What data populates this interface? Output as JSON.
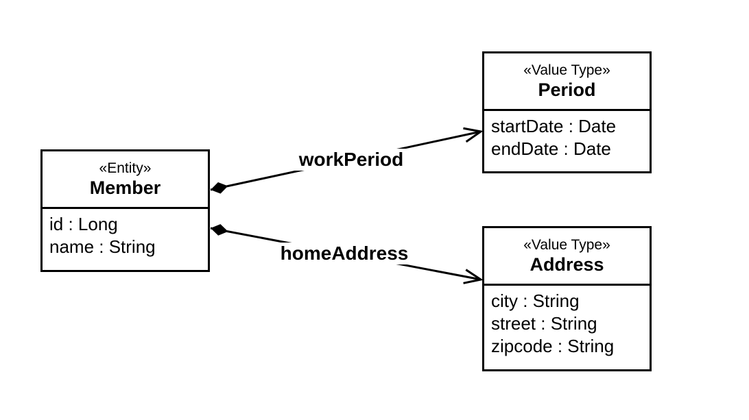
{
  "diagram": {
    "type": "uml-class-diagram",
    "background_color": "#ffffff",
    "line_color": "#000000",
    "text_color": "#000000"
  },
  "classes": [
    {
      "id": "member",
      "stereotype": "«Entity»",
      "name": "Member",
      "attributes": [
        "id : Long",
        "name : String"
      ]
    },
    {
      "id": "period",
      "stereotype": "«Value Type»",
      "name": "Period",
      "attributes": [
        "startDate : Date",
        "endDate : Date"
      ]
    },
    {
      "id": "address",
      "stereotype": "«Value Type»",
      "name": "Address",
      "attributes": [
        "city : String",
        "street : String",
        "zipcode : String"
      ]
    }
  ],
  "relations": [
    {
      "label": "workPeriod",
      "source": "Member",
      "target": "Period",
      "type": "composition",
      "source_marker": "filled-diamond",
      "target_marker": "open-arrow"
    },
    {
      "label": "homeAddress",
      "source": "Member",
      "target": "Address",
      "type": "composition",
      "source_marker": "filled-diamond",
      "target_marker": "open-arrow"
    }
  ]
}
